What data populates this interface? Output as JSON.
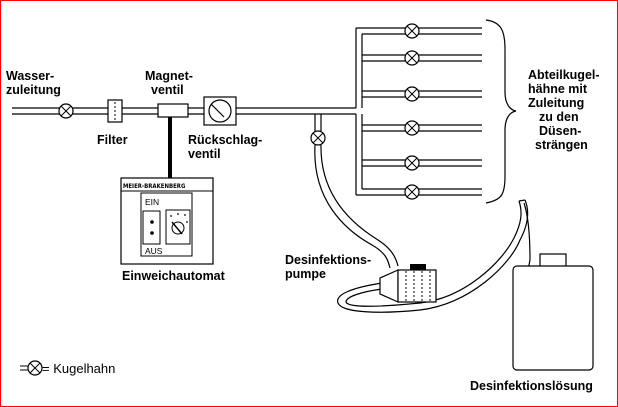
{
  "labels": {
    "wasser_l1": "Wasser-",
    "wasser_l2": "zuleitung",
    "filter": "Filter",
    "magnet_l1": "Magnet-",
    "magnet_l2": "ventil",
    "rueck_l1": "Rückschlag-",
    "rueck_l2": "ventil",
    "abteil_l1": "Abteilkugel-",
    "abteil_l2": "hähne mit",
    "abteil_l3": "Zuleitung",
    "abteil_l4": "zu den",
    "abteil_l5": "Düsen-",
    "abteil_l6": "strängen",
    "einweich": "Einweichautomat",
    "desinf_pumpe_l1": "Desinfektions-",
    "desinf_pumpe_l2": "pumpe",
    "loesung": "Desinfektionslösung",
    "legend": "= Kugelhahn"
  },
  "device": {
    "brand": "MEIER-BRAKENBERG",
    "ein": "EIN",
    "aus": "AUS"
  },
  "colors": {
    "frame": "#ff0000",
    "line": "#000000",
    "fill": "#ffffff"
  }
}
